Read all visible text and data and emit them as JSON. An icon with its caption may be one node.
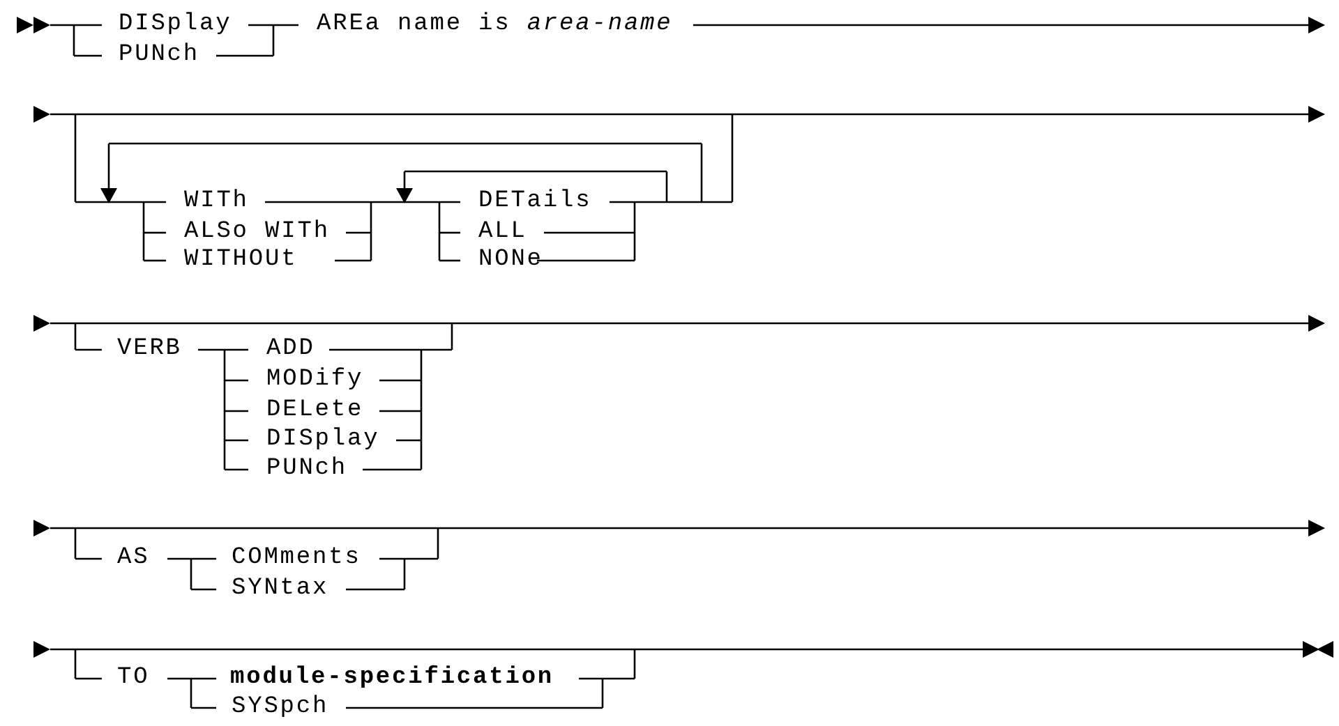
{
  "diagram": {
    "labels": [
      "DISplay",
      "AREa name is *area-name*",
      "PUNch",
      "WITh",
      "DETails",
      "ALSo WITh",
      "ALL",
      "WITHOUt",
      "NONe",
      "VERB",
      "ADD",
      "MODify",
      "DELete",
      "DISplay",
      "PUNch",
      "AS",
      "COMments",
      "SYNtax",
      "TO",
      "module-specification",
      "SYSpch"
    ]
  }
}
